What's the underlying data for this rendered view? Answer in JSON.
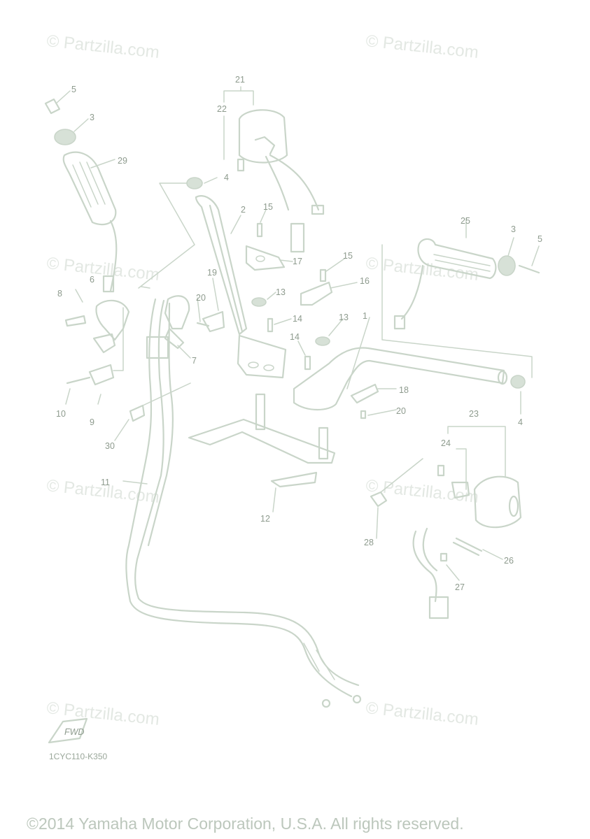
{
  "watermark": "© Partzilla.com",
  "diagram_code": "1CYC110-K350",
  "copyright": "©2014 Yamaha Motor Corporation, U.S.A. All rights reserved.",
  "fwd_badge": "FWD",
  "callouts": {
    "n1": "1",
    "n2": "2",
    "n3a": "3",
    "n3b": "3",
    "n4a": "4",
    "n4b": "4",
    "n5a": "5",
    "n5b": "5",
    "n6": "6",
    "n7": "7",
    "n8": "8",
    "n9": "9",
    "n10": "10",
    "n11": "11",
    "n12": "12",
    "n13a": "13",
    "n13b": "13",
    "n14a": "14",
    "n14b": "14",
    "n15a": "15",
    "n15b": "15",
    "n16": "16",
    "n17": "17",
    "n18": "18",
    "n19": "19",
    "n20a": "20",
    "n20b": "20",
    "n21": "21",
    "n22": "22",
    "n23": "23",
    "n24": "24",
    "n25": "25",
    "n26": "26",
    "n27": "27",
    "n28": "28",
    "n29": "29",
    "n30": "30"
  }
}
